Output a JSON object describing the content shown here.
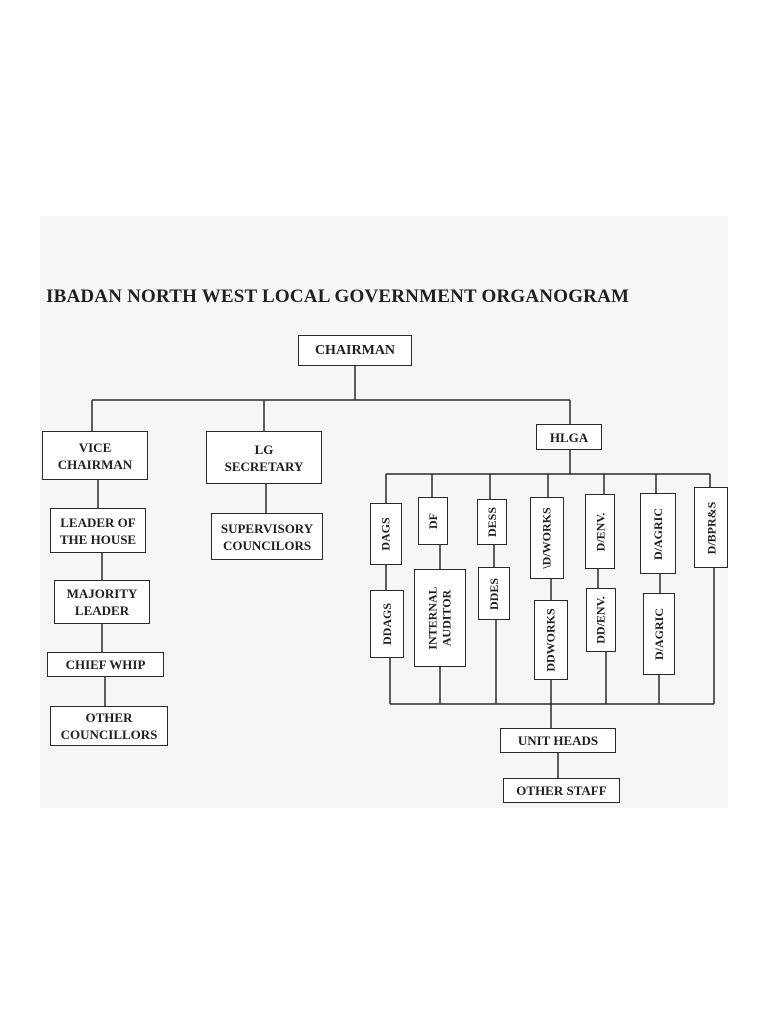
{
  "title": "IBADAN NORTH WEST LOCAL GOVERNMENT ORGANOGRAM",
  "nodes": {
    "chairman": "CHAIRMAN",
    "vice_chairman": "VICE\nCHAIRMAN",
    "lg_secretary": "LG\nSECRETARY",
    "hlga": "HLGA",
    "leader_of_the_house": "LEADER OF\nTHE HOUSE",
    "majority_leader": "MAJORITY\nLEADER",
    "chief_whip": "CHIEF WHIP",
    "other_councillors": "OTHER\nCOUNCILLORS",
    "supervisory_councilors": "SUPERVISORY\nCOUNCILORS",
    "dags": "DAGS",
    "df": "DF",
    "dess": "DESS",
    "d_works": "\\D/WORKS",
    "d_env": "D/ENV.",
    "d_agric": "D/AGRIC",
    "d_bpr_s": "D/BPR&S",
    "ddags": "DDAGS",
    "internal_auditor": "INTERNAL\nAUDITOR",
    "ddes": "DDES",
    "ddworks": "DDWORKS",
    "dd_env": "DD/ENV.",
    "dd_agric": "D/AGRIC",
    "unit_heads": "UNIT HEADS",
    "other_staff": "OTHER STAFF"
  }
}
